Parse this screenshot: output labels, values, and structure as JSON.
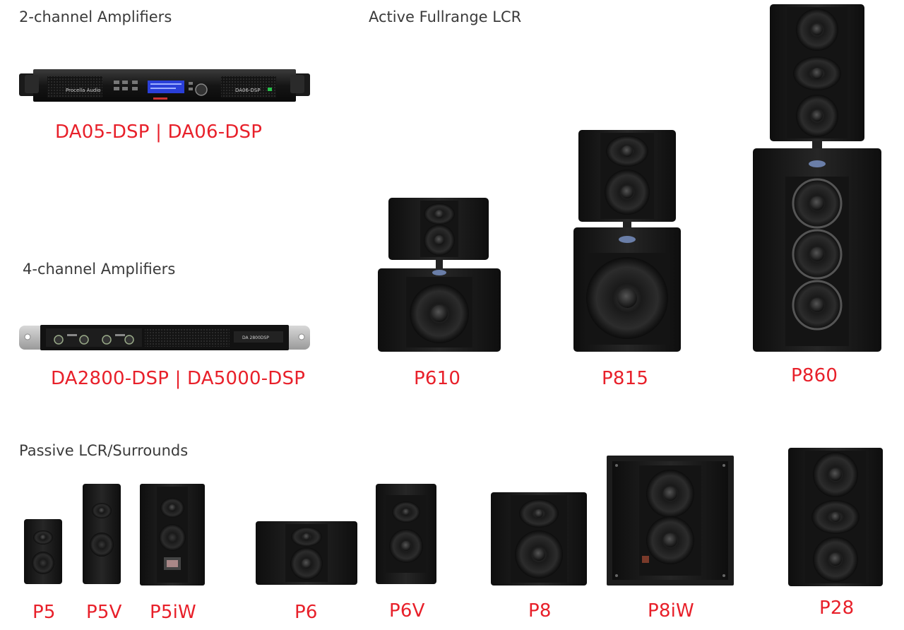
{
  "sections": {
    "two_channel": "2-channel Amplifiers",
    "four_channel": "4-channel Amplifiers",
    "active_lcr": "Active Fullrange LCR",
    "passive": "Passive LCR/Surrounds"
  },
  "amplifiers": {
    "da05": {
      "label": "DA05-DSP | DA06-DSP",
      "brand": "Procella Audio",
      "badge": "DA06-DSP"
    },
    "da2800": {
      "label": "DA2800-DSP | DA5000-DSP",
      "badge": "DA 2800DSP"
    }
  },
  "active_speakers": [
    {
      "id": "p610",
      "label": "P610"
    },
    {
      "id": "p815",
      "label": "P815"
    },
    {
      "id": "p860",
      "label": "P860"
    }
  ],
  "passive_speakers": [
    {
      "id": "p5",
      "label": "P5"
    },
    {
      "id": "p5v",
      "label": "P5V"
    },
    {
      "id": "p5iw",
      "label": "P5iW"
    },
    {
      "id": "p6",
      "label": "P6"
    },
    {
      "id": "p6v",
      "label": "P6V"
    },
    {
      "id": "p8",
      "label": "P8"
    },
    {
      "id": "p8iw",
      "label": "P8iW"
    },
    {
      "id": "p28",
      "label": "P28"
    }
  ],
  "colors": {
    "label_red": "#e8202a",
    "heading_gray": "#3a3a3a",
    "cabinet": "#1b1b1b",
    "display_blue": "#2a3fd8"
  }
}
